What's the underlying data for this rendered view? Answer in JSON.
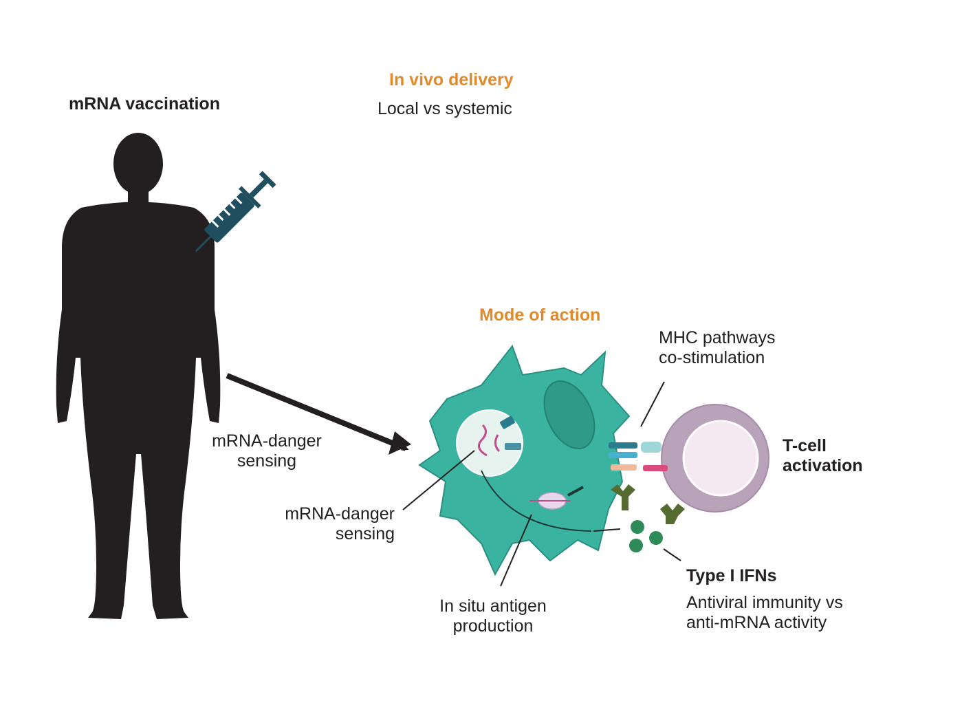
{
  "title": "mRNA vaccination",
  "delivery": {
    "heading": "In vivo delivery",
    "subtitle": "Local vs systemic"
  },
  "arrow_label": {
    "line1": "mRNA-danger",
    "line2": "sensing"
  },
  "mode_of_action": {
    "heading": "Mode of action"
  },
  "callouts": {
    "mhc": {
      "line1": "MHC pathways",
      "line2": "co-stimulation"
    },
    "tcell": {
      "line1": "T-cell",
      "line2": "activation"
    },
    "sensing": {
      "line1": "mRNA-danger",
      "line2": "sensing"
    },
    "antigen": {
      "line1": "In situ antigen",
      "line2": "production"
    },
    "ifn": {
      "heading": "Type I IFNs",
      "line1": "Antiviral immunity vs",
      "line2": "anti-mRNA activity"
    }
  },
  "colors": {
    "orange_heading": "#e08a2c",
    "silhouette": "#231f20",
    "syringe": "#1f4e5f",
    "dendritic_cell": "#3bb3a1",
    "t_cell_ring": "#b9a3bb",
    "t_cell_inner": "#f4e8f1",
    "ifn_dots": "#2e8b57"
  },
  "icons": [
    "human-silhouette-icon",
    "syringe-icon",
    "dendritic-cell-icon",
    "t-cell-icon"
  ]
}
